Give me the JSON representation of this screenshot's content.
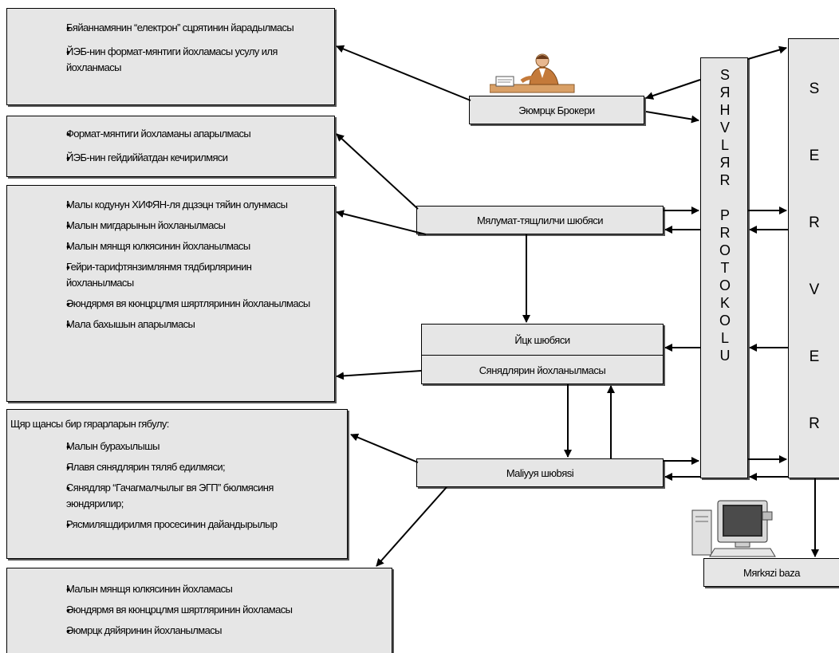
{
  "box1": {
    "items": [
      "Бяйаннамянин “електрон” сцрятинин йарадылмасы",
      "ЙЭБ-нин формат-мянтиги йохламасы усулу иля йохланмасы"
    ]
  },
  "box2": {
    "items": [
      "Формат-мянтиги йохламаны апарылмасы",
      "ЙЭБ-нин гейдиййатдан кечирилмяси"
    ]
  },
  "box3": {
    "items": [
      "Малы кодунун ХИФЯН-ля дцзэцн тяйин олунмасы",
      "Малын мигдарынын йохланылмасы",
      "Малын мянщя юлкясинин йохланылмасы",
      "Гейри-тарифтянзимлянмя тядбирляринин йохланылмасы",
      "Эюндярмя вя кюнцрцлмя шяртляринин йохланылмасы",
      "Мала бахышын апарылмасы"
    ]
  },
  "box4": {
    "heading": "Щяр щансы бир гярарларын гябулу:",
    "items": [
      "Малын бурахылышы",
      "Ялавя сянядлярин тяляб едилмяси;",
      "Сянядляр “Гачагмалчылыг вя ЭГП” бюлмясиня эюндярилир;",
      "Рясмиляшдирилмя просесинин дайандырылыр"
    ]
  },
  "box5": {
    "items": [
      "Малын мянщя юлкясинин йохламасы",
      "Эюндярмя вя кюнцрцлмя шяртляринин йохламасы",
      "Эюмрцк дяйяринин йохланылмасы"
    ]
  },
  "nodes": {
    "broker": "Эюмрцк Брокери",
    "info": "Мялумат-тящлилчи шюбяси",
    "post": "Йцк шюбяси",
    "docs": "Сянядлярин йохланылмасы",
    "finance": "Maliyyя шюbяsi",
    "db": "Mяrkяzi baza"
  },
  "protocol_letters": [
    "S",
    "Я",
    "H",
    "V",
    "L",
    "Я",
    "R",
    "",
    "P",
    "R",
    "O",
    "T",
    "O",
    "K",
    "O",
    "L",
    "U"
  ],
  "server_letters": [
    "S",
    "",
    "E",
    "",
    "R",
    "",
    "V",
    "",
    "E",
    "",
    "R"
  ]
}
